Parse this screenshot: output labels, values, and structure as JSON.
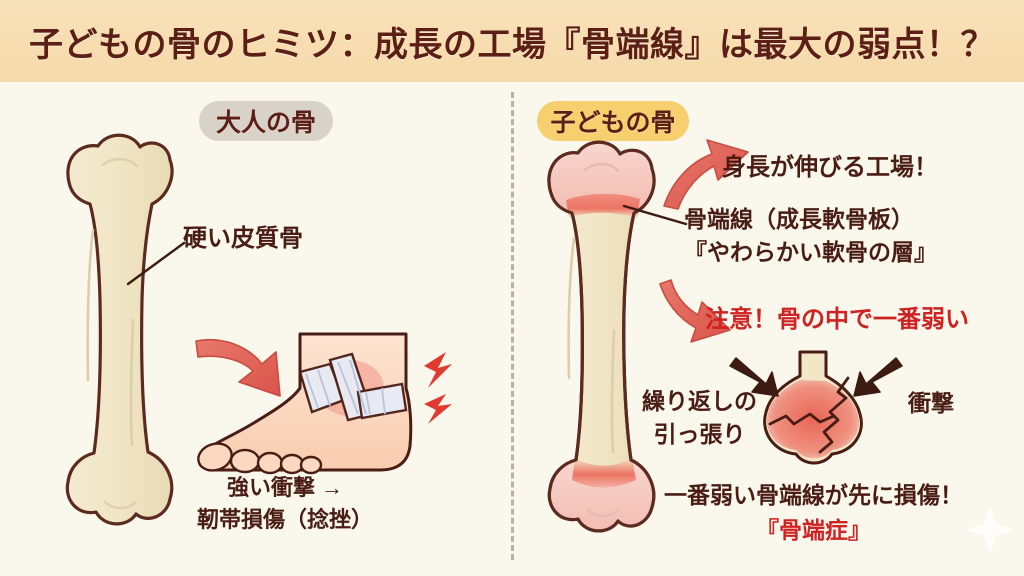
{
  "header": {
    "title": "子どもの骨のヒミツ：成長の工場『骨端線』は最大の弱点！？",
    "bg_color": "#f7ddb0",
    "text_color": "#5c1f16"
  },
  "page": {
    "background_color": "#faf7ed",
    "divider_color": "#b7a392",
    "divider_style": "dashed-vertical"
  },
  "left_panel": {
    "badge": {
      "label": "大人の骨",
      "bg_color": "#d9d2c8",
      "text_color": "#5c1f16"
    },
    "bone": {
      "type": "adult-long-bone",
      "fill_color": "#f0e5c4",
      "outline_color": "#5c2a1e",
      "growth_plate_visible": false
    },
    "callouts": [
      {
        "name": "cortical-bone",
        "text": "硬い皮質骨",
        "leader_line": true
      }
    ],
    "illustration": {
      "name": "ankle-sprain",
      "arrow_color": "#e0675e",
      "flash_color": "#e03a2f",
      "skin_color": "#fbd9c0"
    },
    "caption": {
      "line1": "強い衝撃 →",
      "line2": "靭帯損傷（捻挫）"
    }
  },
  "right_panel": {
    "badge": {
      "label": "子どもの骨",
      "bg_color": "#f8cf6e",
      "text_color": "#5c1f16"
    },
    "bone": {
      "type": "child-long-bone",
      "fill_color": "#f0e5c4",
      "epiphysis_color": "#f4c5bd",
      "growth_plate_color": "#ef8275",
      "outline_color": "#5c2a1e",
      "growth_plate_visible": true
    },
    "callouts": [
      {
        "name": "growth-factory",
        "text": "身長が伸びる工場！",
        "arrow": "up-right",
        "arrow_color": "#e0675e"
      },
      {
        "name": "growth-plate-name",
        "line1": "骨端線（成長軟骨板）",
        "line2": "『やわらかい軟骨の層』",
        "leader_line": true
      },
      {
        "name": "weakest-warning",
        "text": "注意！骨の中で一番弱い",
        "arrow": "down-right",
        "arrow_color": "#e0675e",
        "text_color": "#cf2222"
      }
    ],
    "injury_diagram": {
      "name": "growth-plate-fracture",
      "left_label_line1": "繰り返しの",
      "left_label_line2": "引っ張り",
      "right_label": "衝撃",
      "arrow_color": "#3d1a12",
      "crack_color": "#4a1d14"
    },
    "conclusion": {
      "line1": "一番弱い骨端線が先に損傷！",
      "line2": "『骨端症』",
      "line2_color": "#cf2222"
    }
  },
  "decorations": {
    "sparkle": {
      "name": "sparkle",
      "color": "#ffffff"
    }
  }
}
